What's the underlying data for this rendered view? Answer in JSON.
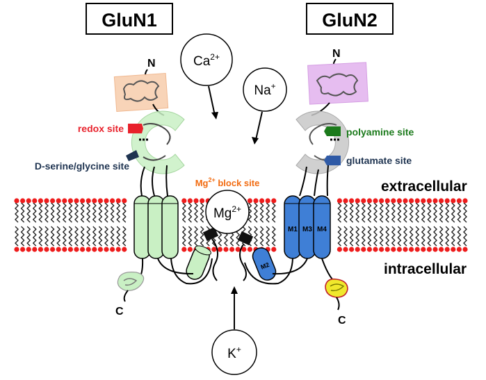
{
  "subunits": {
    "left": {
      "title": "GluN1",
      "n_terminus": "N",
      "c_terminus": "C"
    },
    "right": {
      "title": "GluN2",
      "n_terminus": "N",
      "c_terminus": "C"
    }
  },
  "ions": {
    "calcium": {
      "base": "Ca",
      "charge": "2+"
    },
    "sodium": {
      "base": "Na",
      "charge": "+"
    },
    "magnesium": {
      "base": "Mg",
      "charge": "2+"
    },
    "potassium": {
      "base": "K",
      "charge": "+"
    }
  },
  "sites": {
    "redox": "redox site",
    "dserine_glycine": "D-serine/glycine site",
    "polyamine": "polyamine site",
    "glutamate": "glutamate site",
    "mg_block": {
      "base": "Mg",
      "charge": "2+",
      "rest": " block site"
    }
  },
  "regions": {
    "extracellular": "extracellular",
    "intracellular": "intracellular"
  },
  "helices": {
    "m1": "M1",
    "m3": "M3",
    "m4": "M4",
    "m2": "M2"
  },
  "colors": {
    "glun1": "#c9f0c4",
    "glun2": "#3f7fd6",
    "ntd_left": "#f8d4b8",
    "ntd_right": "#e6bdf0",
    "lbd": "#c8c8c8",
    "redox": "#e8212b",
    "dserine": "#1e3350",
    "polyamine": "#1b7a1b",
    "glutamate": "#2f5aa6",
    "mg_block_text": "#f26b10",
    "c_term_right": "#f0e82c",
    "lipid_head": "#ee1c1c"
  }
}
